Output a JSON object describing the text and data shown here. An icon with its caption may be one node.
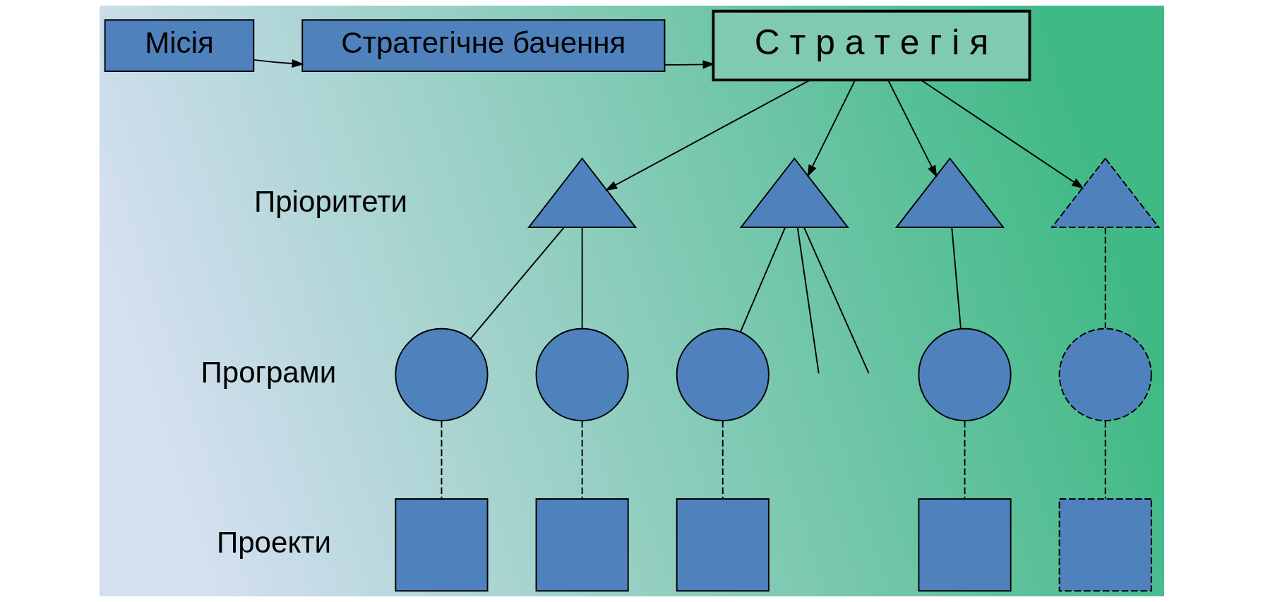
{
  "diagram": {
    "nodes": [
      {
        "text": [
          "Місія"
        ]
      },
      {
        "text": [
          "Стратегічне бачення"
        ]
      },
      {
        "text": [
          "С т р а т е г і я"
        ]
      },
      {
        "text": [],
        "shape": "triangle"
      },
      {
        "text": [],
        "shape": "triangle"
      },
      {
        "text": [],
        "shape": "triangle"
      },
      {
        "text": [],
        "shape": "triangle"
      },
      {
        "text": [],
        "shape": "circle"
      },
      {
        "text": [],
        "shape": "circle"
      },
      {
        "text": [],
        "shape": "circle"
      },
      {
        "text": [],
        "shape": "circle"
      },
      {
        "text": [],
        "shape": "circle"
      },
      {
        "text": [],
        "shape": "box"
      },
      {
        "text": [],
        "shape": "box"
      },
      {
        "text": [],
        "shape": "box"
      },
      {
        "text": [],
        "shape": "box"
      },
      {
        "text": [],
        "shape": "box"
      }
    ],
    "edges": [
      {
        "from": 0,
        "to": 1,
        "arrow": "to"
      },
      {
        "from": 1,
        "to": 2,
        "arrow": "to"
      },
      {
        "from": 2,
        "to": 3,
        "arrow": "to"
      },
      {
        "from": 2,
        "to": 4,
        "arrow": "to"
      },
      {
        "from": 2,
        "to": 5,
        "arrow": "to"
      },
      {
        "from": 2,
        "to": 6,
        "arrow": "to"
      },
      {
        "from": 3,
        "to": 7,
        "arrow": "none"
      },
      {
        "from": 3,
        "to": 8,
        "arrow": "none"
      },
      {
        "from": 4,
        "to": 9,
        "arrow": "none"
      },
      {
        "from": 4,
        "to": null,
        "arrow": "none"
      },
      {
        "from": 4,
        "to": null,
        "arrow": "none"
      },
      {
        "from": 5,
        "to": 10,
        "arrow": "none"
      },
      {
        "from": 6,
        "to": 11,
        "arrow": "none",
        "style": "dashed"
      },
      {
        "from": 7,
        "to": 12,
        "arrow": "none",
        "style": "dashed"
      },
      {
        "from": 8,
        "to": 13,
        "arrow": "none",
        "style": "dashed"
      },
      {
        "from": 9,
        "to": 14,
        "arrow": "none",
        "style": "dashed"
      },
      {
        "from": 10,
        "to": 15,
        "arrow": "none",
        "style": "dashed"
      },
      {
        "from": 11,
        "to": 16,
        "arrow": "none",
        "style": "dashed"
      }
    ],
    "labels": [
      "Пріоритети",
      "Програми",
      "Проекти"
    ]
  }
}
